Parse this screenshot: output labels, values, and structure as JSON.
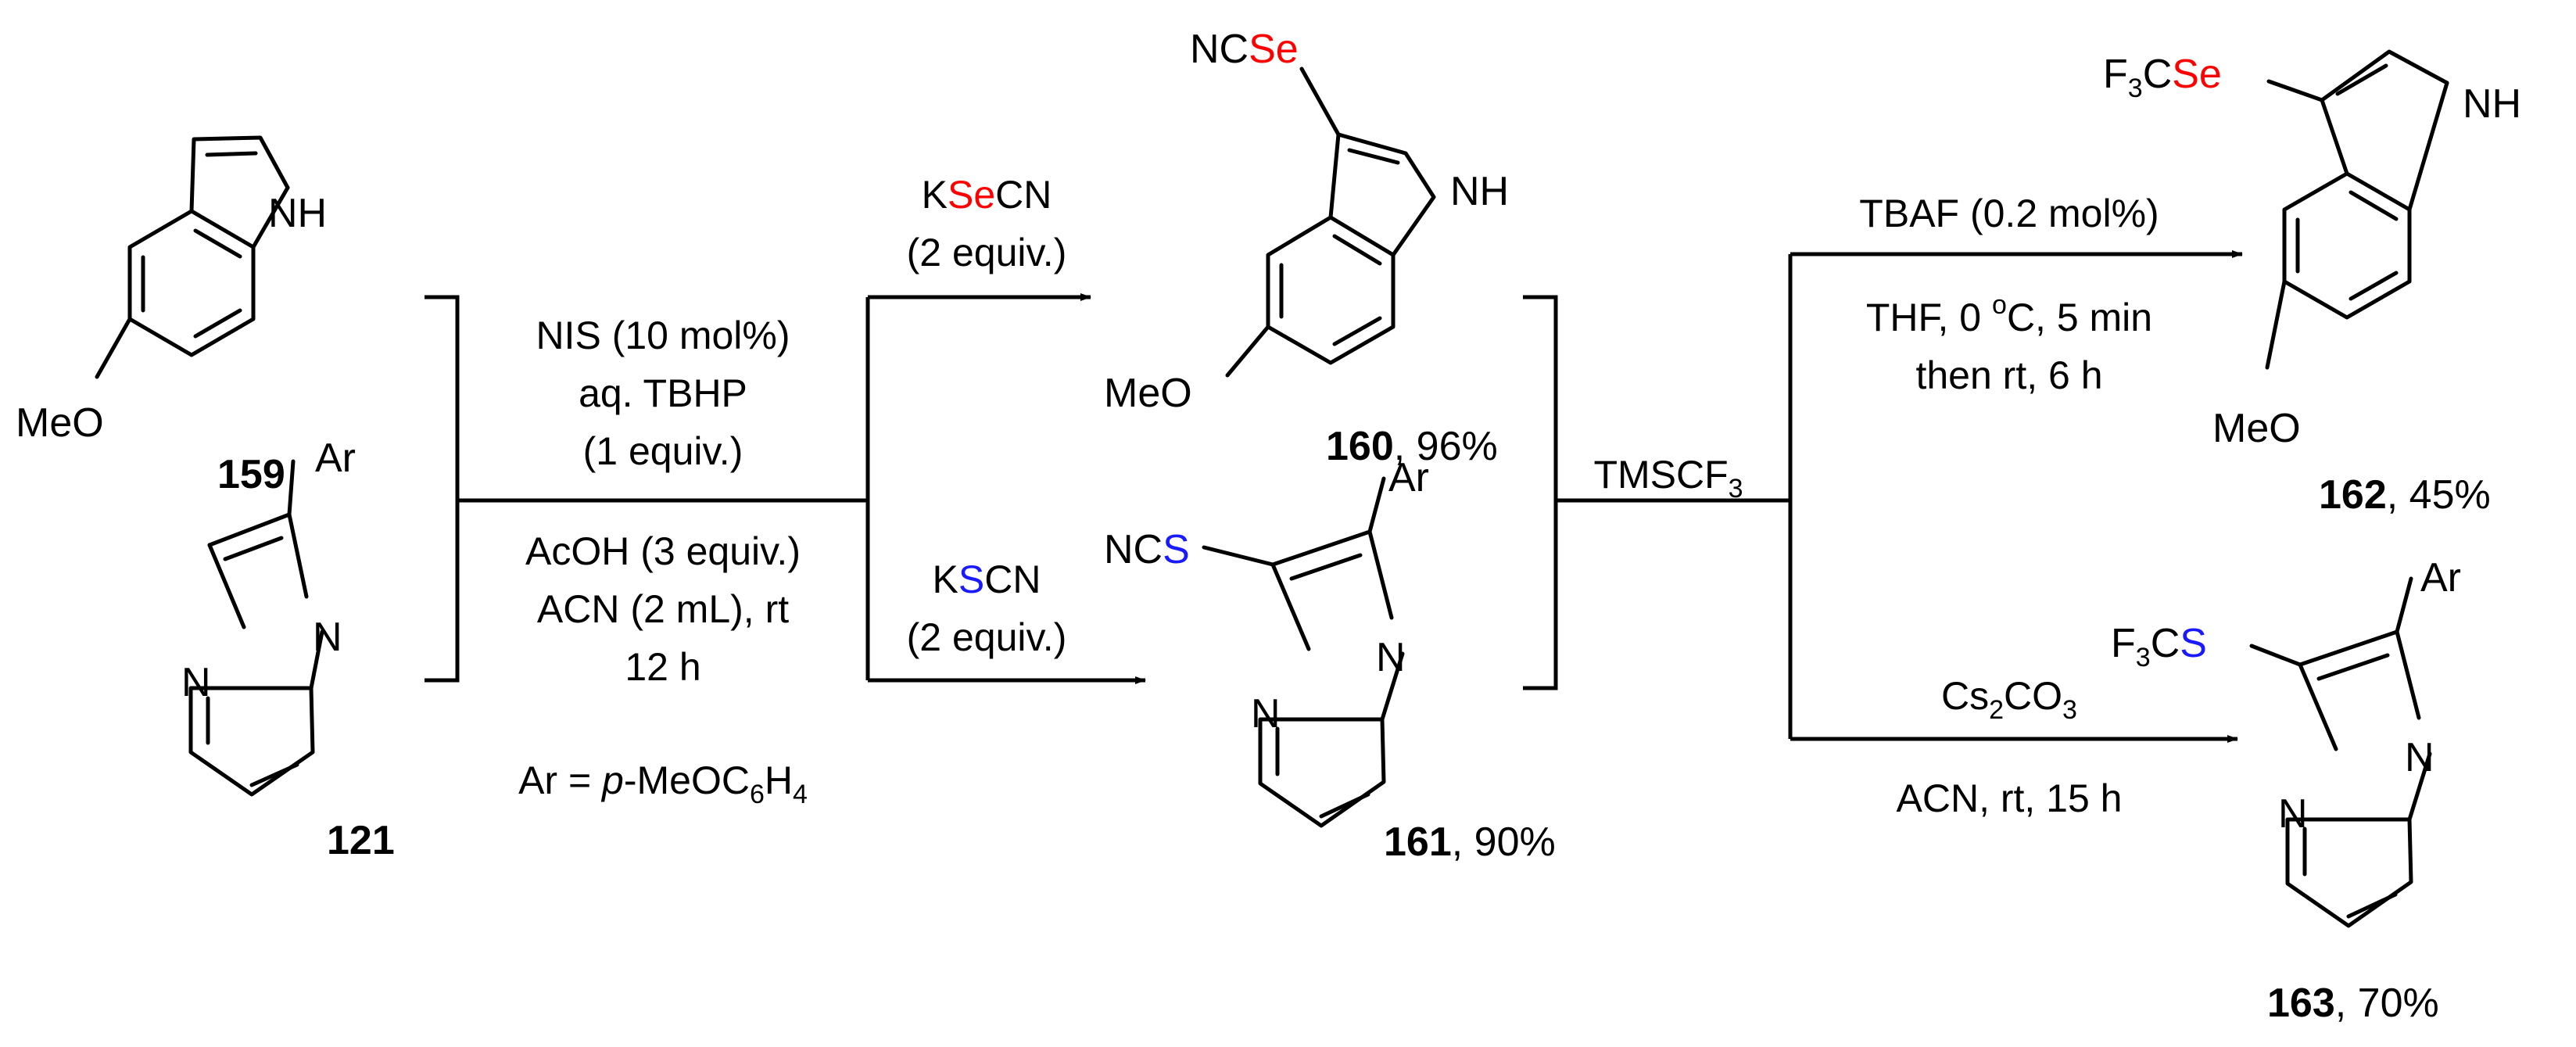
{
  "colors": {
    "selenium": "#ff0000",
    "sulfur": "#1a1aff",
    "ink": "#000000"
  },
  "molecules": {
    "m159": {
      "number": "159",
      "nh": "NH",
      "substituent": "MeO"
    },
    "m121": {
      "number": "121",
      "ar": "Ar",
      "n_ring": "N",
      "n_bridge": "N",
      "ar_note_prefix": "Ar = ",
      "ar_note_italic": "p",
      "ar_note_main": "-MeOC",
      "ar_note_sub1": "6",
      "ar_note_mid": "H",
      "ar_note_sub2": "4"
    },
    "m160": {
      "number": "160",
      "yield": ", 96%",
      "nh": "NH",
      "substituent": "MeO",
      "group_a": "NC",
      "group_b": "Se"
    },
    "m161": {
      "number": "161",
      "yield": ", 90%",
      "ar": "Ar",
      "n_ring": "N",
      "n_bridge": "N",
      "group_a": "NC",
      "group_b": "S"
    },
    "m162": {
      "number": "162",
      "yield": ", 45%",
      "nh": "NH",
      "substituent": "MeO",
      "group_f": "F",
      "group_sub": "3",
      "group_c": "C",
      "group_x": "Se"
    },
    "m163": {
      "number": "163",
      "yield": ", 70%",
      "ar": "Ar",
      "n_ring": "N",
      "n_bridge": "N",
      "group_f": "F",
      "group_sub": "3",
      "group_c": "C",
      "group_x": "S"
    }
  },
  "conditions": {
    "step1_above": [
      "NIS (10 mol%)",
      "aq. TBHP",
      "(1 equiv.)"
    ],
    "step1_below": [
      "AcOH (3 equiv.)",
      "ACN (2 mL), rt",
      "12 h"
    ],
    "kse": {
      "a": "K",
      "b": "Se",
      "c": "CN",
      "equiv": "(2 equiv.)"
    },
    "ks": {
      "a": "K",
      "b": "S",
      "c": "CN",
      "equiv": "(2 equiv.)"
    },
    "tms": {
      "main": "TMSCF",
      "sub": "3"
    },
    "tbaf": [
      "TBAF (0.2 mol%)",
      "then rt, 6 h"
    ],
    "tbaf_thf": {
      "a": "THF, 0 ",
      "sup": "o",
      "b": "C, 5 min"
    },
    "cs": {
      "a": "Cs",
      "sub": "2",
      "b": "CO",
      "sub2": "3",
      "below": "ACN, rt, 15 h"
    }
  }
}
